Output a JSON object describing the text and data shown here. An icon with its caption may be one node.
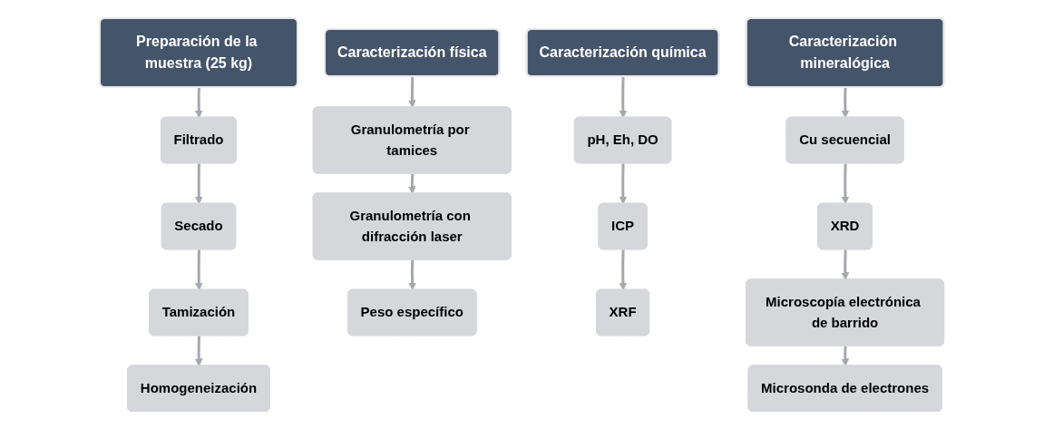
{
  "diagram": {
    "nodes": [
      {
        "text": [
          "Preparación de la muestra (25 kg)"
        ]
      },
      {
        "text": [
          "Filtrado"
        ]
      },
      {
        "text": [
          "Secado"
        ]
      },
      {
        "text": [
          "Tamización"
        ]
      },
      {
        "text": [
          "Homogeneización"
        ]
      },
      {
        "text": [
          "Caracterización física"
        ]
      },
      {
        "text": [
          "Granulometría por tamices"
        ]
      },
      {
        "text": [
          "Granulometría con difracción laser"
        ]
      },
      {
        "text": [
          "Peso específico"
        ]
      },
      {
        "text": [
          "Caracterización química"
        ]
      },
      {
        "text": [
          "pH, Eh, DO"
        ]
      },
      {
        "text": [
          "ICP"
        ]
      },
      {
        "text": [
          "XRF"
        ]
      },
      {
        "text": [
          "Caracterización mineralógica"
        ]
      },
      {
        "text": [
          "Cu secuencial"
        ]
      },
      {
        "text": [
          "XRD"
        ]
      },
      {
        "text": [
          "Microscopía electrónica de barrido"
        ]
      },
      {
        "text": [
          "Microsonda de electrones"
        ]
      }
    ],
    "edges": [
      {
        "from": 0,
        "to": 1,
        "arrow": "to"
      },
      {
        "from": 1,
        "to": 2,
        "arrow": "to"
      },
      {
        "from": 2,
        "to": 3,
        "arrow": "to"
      },
      {
        "from": 3,
        "to": 4,
        "arrow": "to"
      },
      {
        "from": 5,
        "to": 6,
        "arrow": "to"
      },
      {
        "from": 6,
        "to": 7,
        "arrow": "to"
      },
      {
        "from": 7,
        "to": 8,
        "arrow": "to"
      },
      {
        "from": 9,
        "to": 10,
        "arrow": "to"
      },
      {
        "from": 10,
        "to": 11,
        "arrow": "to"
      },
      {
        "from": 11,
        "to": 12,
        "arrow": "to"
      },
      {
        "from": 13,
        "to": 14,
        "arrow": "to"
      },
      {
        "from": 14,
        "to": 15,
        "arrow": "to"
      },
      {
        "from": 15,
        "to": 16,
        "arrow": "to"
      },
      {
        "from": 16,
        "to": 17,
        "arrow": "to"
      }
    ]
  }
}
